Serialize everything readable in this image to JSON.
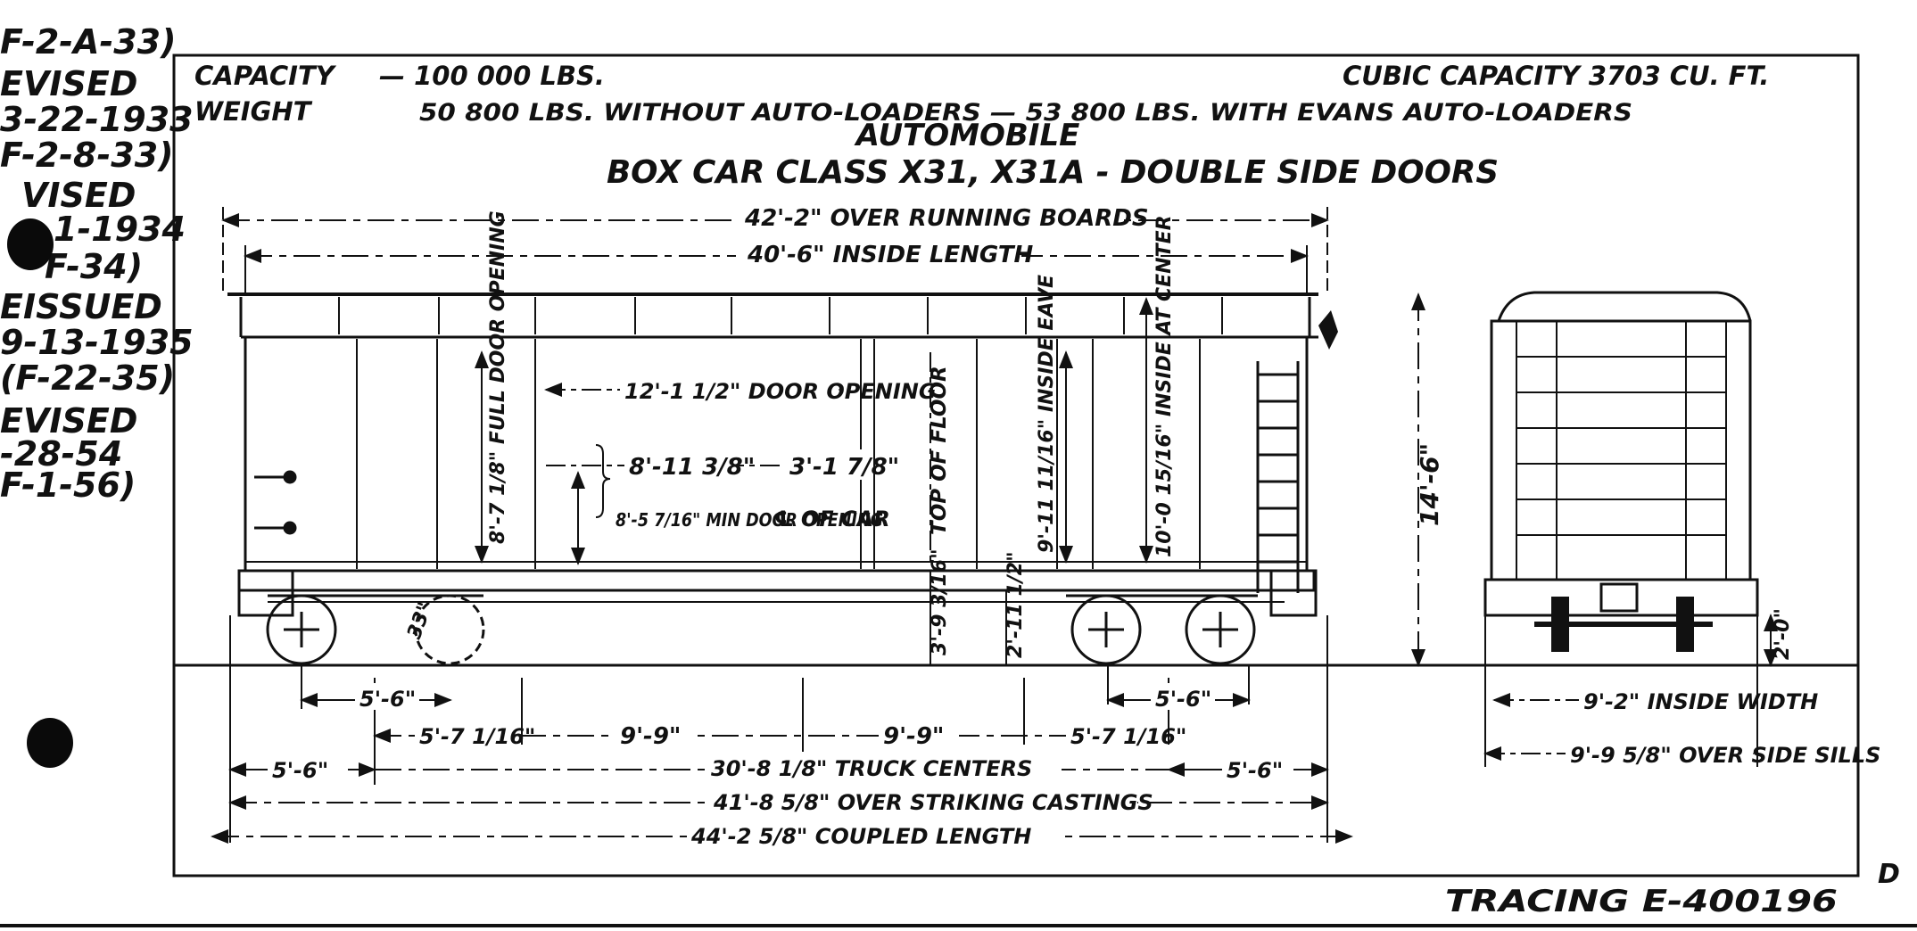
{
  "revision_notes": {
    "lines": [
      "F-2-A-33)",
      "EVISED",
      "3-22-1933",
      "F-2-8-33)",
      "VISED",
      "1-1934",
      "F-34)",
      "EISSUED",
      "9-13-1935",
      "(F-22-35)",
      "EVISED",
      "-28-54",
      "F-1-56)"
    ]
  },
  "header": {
    "capacity_label": "CAPACITY",
    "capacity_value": "— 100 000 LBS.",
    "weight_label": "WEIGHT",
    "weight_value": "50 800 LBS. WITHOUT AUTO-LOADERS — 53 800 LBS. WITH EVANS AUTO-LOADERS",
    "cubic_capacity": "CUBIC CAPACITY 3703 CU. FT."
  },
  "title": {
    "line1": "AUTOMOBILE",
    "line2": "BOX CAR CLASS X31, X31A - DOUBLE SIDE DOORS"
  },
  "dimensions": {
    "over_running_boards": "42'-2\" OVER RUNNING BOARDS",
    "inside_length": "40'-6\" INSIDE LENGTH",
    "full_door_opening": "8'-7 1/8\" FULL DOOR OPENING",
    "door_opening": "12'-1 1/2\" DOOR OPENING",
    "door_offset_a": "8'-11 3/8\"",
    "door_offset_b": "3'-1 7/8\"",
    "min_door_opening": "8'-5 7/16\" MIN DOOR OPENING",
    "center_of_car": "℄ OF CAR",
    "top_of_floor": "TOP OF FLOOR",
    "inside_eave": "9'-11 11/16\" INSIDE EAVE",
    "inside_at_center": "10'-0 15/16\" INSIDE AT CENTER",
    "height_14": "14'-6\"",
    "rail_to_floor": "3'-9 3/16\"",
    "rail_to_sill": "2'-11 1/2\"",
    "wheel_dia": "33\"",
    "truck_wheelbase_left": "5'-6\"",
    "truck_wheelbase_right": "5'-6\"",
    "to_bolster_left": "5'-7 1/16\"",
    "to_bolster_right": "5'-7 1/16\"",
    "bolster_to_center_left": "9'-9\"",
    "bolster_to_center_right": "9'-9\"",
    "end_overhang_left": "5'-6\"",
    "end_overhang_right": "5'-6\"",
    "truck_centers": "30'-8 1/8\" TRUCK CENTERS",
    "over_striking_castings": "41'-8 5/8\" OVER STRIKING CASTINGS",
    "coupled_length": "44'-2 5/8\" COUPLED LENGTH",
    "inside_width": "9'-2\" INSIDE WIDTH",
    "over_side_sills": "9'-9 5/8\" OVER SIDE SILLS",
    "end_sill_height": "2'-0\""
  },
  "footer": {
    "tracing": "TRACING E-400196",
    "corner_letters": "D"
  }
}
